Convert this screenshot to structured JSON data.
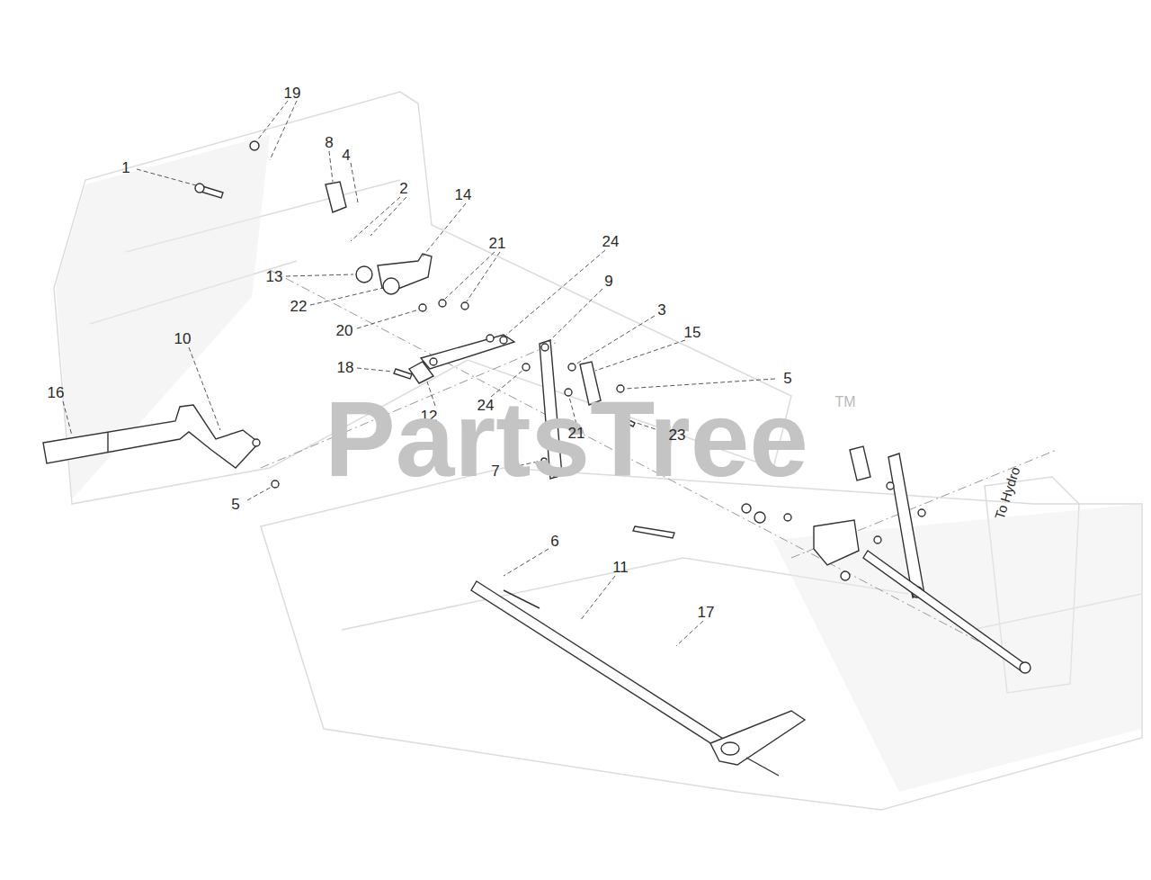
{
  "diagram": {
    "labels": [
      "19",
      "1",
      "8",
      "4",
      "2",
      "14",
      "21",
      "24",
      "13",
      "9",
      "22",
      "3",
      "20",
      "10",
      "15",
      "18",
      "5",
      "16",
      "12",
      "24",
      "PartsTree",
      "TM",
      "21",
      "23",
      "To Hydro",
      "7",
      "5",
      "6",
      "11",
      "17"
    ]
  }
}
